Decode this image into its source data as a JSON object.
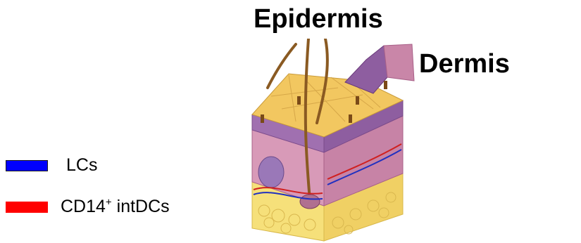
{
  "labels": {
    "epidermis": "Epidermis",
    "dermis": "Dermis"
  },
  "legend": [
    {
      "text_main": "LCs",
      "text_sup": "",
      "text_rest": "",
      "color": "#0000ff",
      "border": "#1a1a1a"
    },
    {
      "text_main": "CD14",
      "text_sup": "+",
      "text_rest": " intDCs",
      "color": "#ff0000",
      "border": "#ff0000"
    }
  ],
  "colors": {
    "skin_surface": "#f2c760",
    "epidermis_purple": "#a070b0",
    "dermis_pink": "#d89ab8",
    "fat": "#f6e07a",
    "hair": "#8a5a22"
  }
}
